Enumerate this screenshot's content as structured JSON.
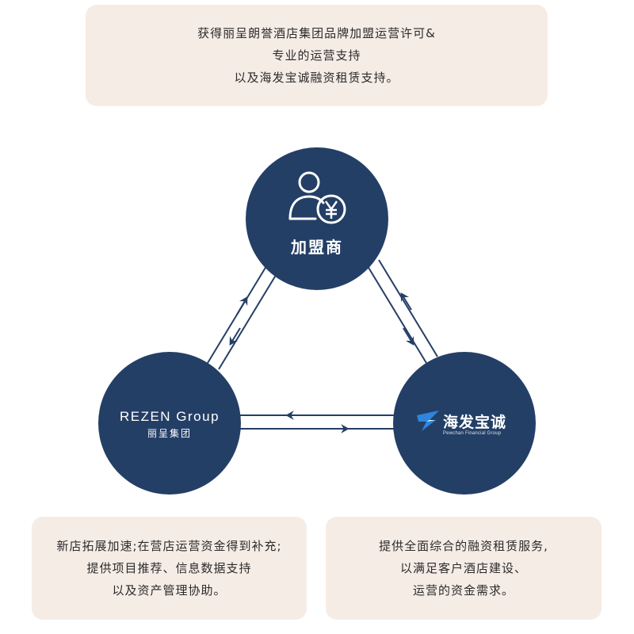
{
  "top_box": {
    "lines": [
      "获得丽呈朗誉酒店集团品牌加盟运营许可&",
      "专业的运营支持",
      "以及海发宝诚融资租赁支持。"
    ]
  },
  "left_box": {
    "lines": [
      "新店拓展加速;在营店运营资金得到补充;",
      "提供项目推荐、信息数据支持",
      "以及资产管理协助。"
    ]
  },
  "right_box": {
    "lines": [
      "提供全面综合的融资租赁服务,",
      "以满足客户酒店建设、",
      "运营的资金需求。"
    ]
  },
  "nodes": {
    "franchisee": {
      "label": "加盟商",
      "icon": "user-yen-icon"
    },
    "rezen": {
      "logo_text": "REZEN Group",
      "sub_label": "丽呈集团"
    },
    "haifa": {
      "name": "海发宝诚",
      "sub_label": "Pewchan Financial Group",
      "icon": "haifa-bird-logo"
    }
  },
  "colors": {
    "node_fill": "#243f66",
    "box_fill": "#f6ece6",
    "text": "#2b2b2b",
    "accent_blue": "#2e86de"
  }
}
